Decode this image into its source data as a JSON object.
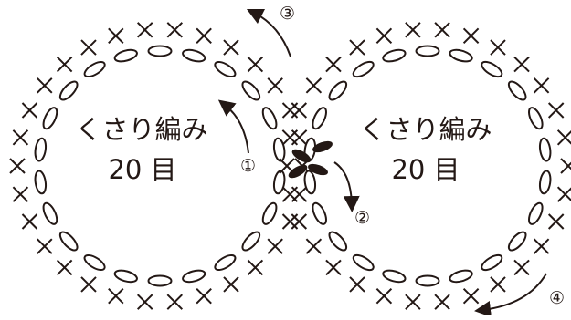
{
  "loops": [
    {
      "title": "くさり編み",
      "count": "20 目"
    },
    {
      "title": "くさり編み",
      "count": "20 目"
    }
  ],
  "step_labels": [
    "①",
    "②",
    "③",
    "④"
  ],
  "colors": {
    "ink": "#231815",
    "background": "#ffffff"
  }
}
